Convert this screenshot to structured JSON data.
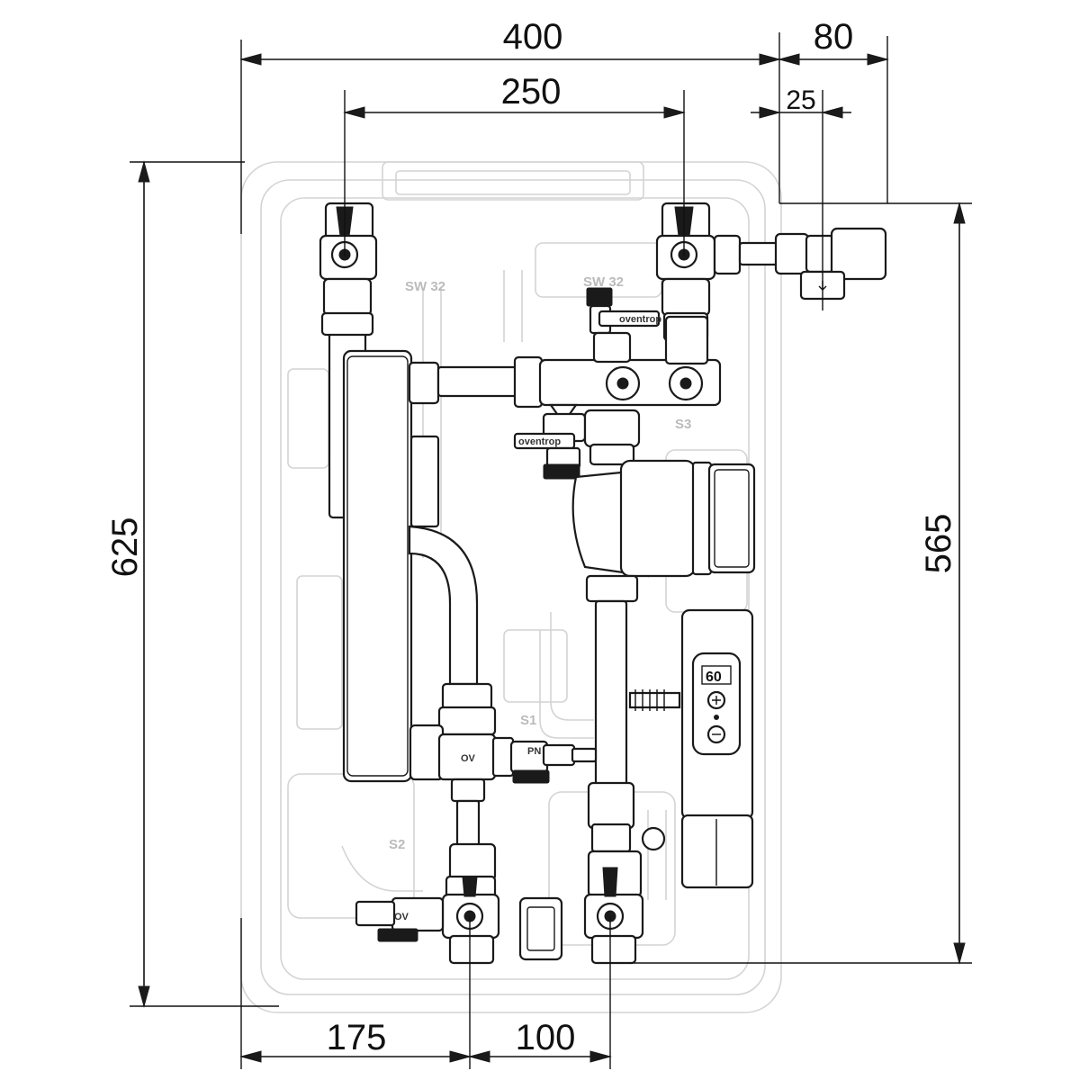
{
  "drawing": {
    "dimensions": {
      "width_400": "400",
      "width_250": "250",
      "width_80": "80",
      "width_25": "25",
      "height_625": "625",
      "height_565": "565",
      "bottom_175": "175",
      "bottom_100": "100"
    },
    "labels": {
      "sw_left": "SW 32",
      "sw_right": "SW 32",
      "s1": "S1",
      "s2": "S2",
      "s3": "S3",
      "brand_top": "oventrop",
      "brand_mid": "oventrop",
      "valve_mark": "OV",
      "valve_mark_bottom": "OV",
      "pn_mark": "PN 16",
      "controller_display": "60"
    }
  }
}
